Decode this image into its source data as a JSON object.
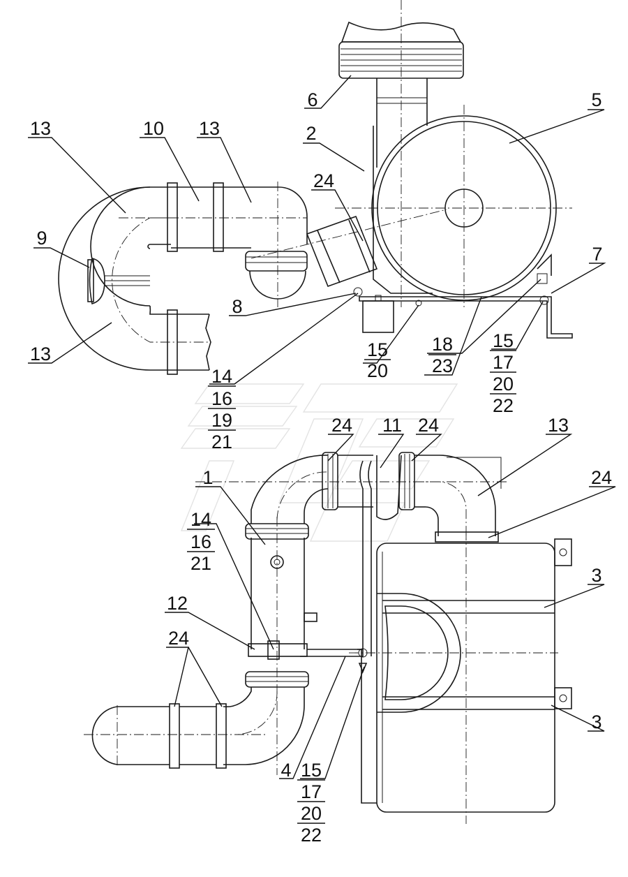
{
  "callouts": [
    {
      "id": "c6",
      "text": "6"
    },
    {
      "id": "c5",
      "text": "5"
    },
    {
      "id": "c2",
      "text": "2"
    },
    {
      "id": "c13a",
      "text": "13"
    },
    {
      "id": "c10",
      "text": "10"
    },
    {
      "id": "c13b",
      "text": "13"
    },
    {
      "id": "c24a",
      "text": "24"
    },
    {
      "id": "c9",
      "text": "9"
    },
    {
      "id": "c7",
      "text": "7"
    },
    {
      "id": "c8",
      "text": "8"
    },
    {
      "id": "c13c",
      "text": "13"
    },
    {
      "id": "c18",
      "text": "18"
    },
    {
      "id": "c15a",
      "text": "15"
    },
    {
      "id": "c15b",
      "text": "15"
    },
    {
      "id": "c20a",
      "text": "20"
    },
    {
      "id": "c23",
      "text": "23"
    },
    {
      "id": "c17a",
      "text": "17"
    },
    {
      "id": "c14a",
      "text": "14"
    },
    {
      "id": "c20b",
      "text": "20"
    },
    {
      "id": "c16a",
      "text": "16"
    },
    {
      "id": "c22a",
      "text": "22"
    },
    {
      "id": "c19",
      "text": "19"
    },
    {
      "id": "c21a",
      "text": "21"
    },
    {
      "id": "c24b",
      "text": "24"
    },
    {
      "id": "c11",
      "text": "11"
    },
    {
      "id": "c24c",
      "text": "24"
    },
    {
      "id": "c13d",
      "text": "13"
    },
    {
      "id": "c24d",
      "text": "24"
    },
    {
      "id": "c1",
      "text": "1"
    },
    {
      "id": "c14b",
      "text": "14"
    },
    {
      "id": "c16b",
      "text": "16"
    },
    {
      "id": "c21b",
      "text": "21"
    },
    {
      "id": "c3a",
      "text": "3"
    },
    {
      "id": "c12",
      "text": "12"
    },
    {
      "id": "c24e",
      "text": "24"
    },
    {
      "id": "c3b",
      "text": "3"
    },
    {
      "id": "c4",
      "text": "4"
    },
    {
      "id": "c15c",
      "text": "15"
    },
    {
      "id": "c17b",
      "text": "17"
    },
    {
      "id": "c20c",
      "text": "20"
    },
    {
      "id": "c22b",
      "text": "22"
    }
  ]
}
